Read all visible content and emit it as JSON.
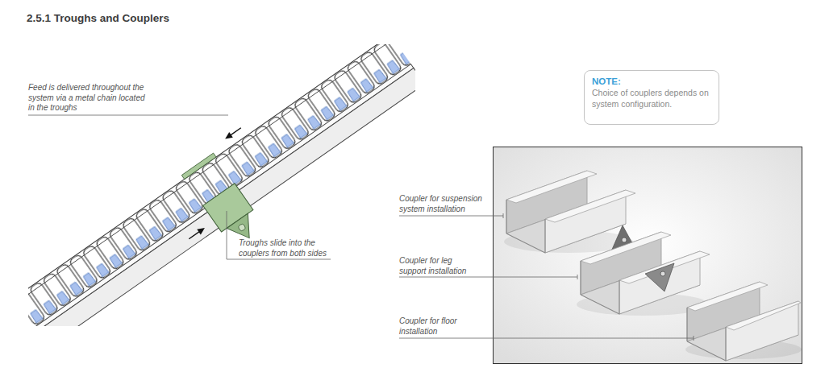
{
  "diagram": {
    "title": "2.5.1 Troughs and Couplers",
    "nodes": [
      {
        "text": [
          "NOTE:",
          "Choice of couplers depends on system configuration."
        ]
      }
    ],
    "labels": [
      "Feed is delivered throughout the system via a metal chain located in the troughs",
      "Troughs slide into the couplers from both sides",
      "Coupler for suspension system installation",
      "Coupler for leg support installation",
      "Coupler for floor installation"
    ]
  }
}
